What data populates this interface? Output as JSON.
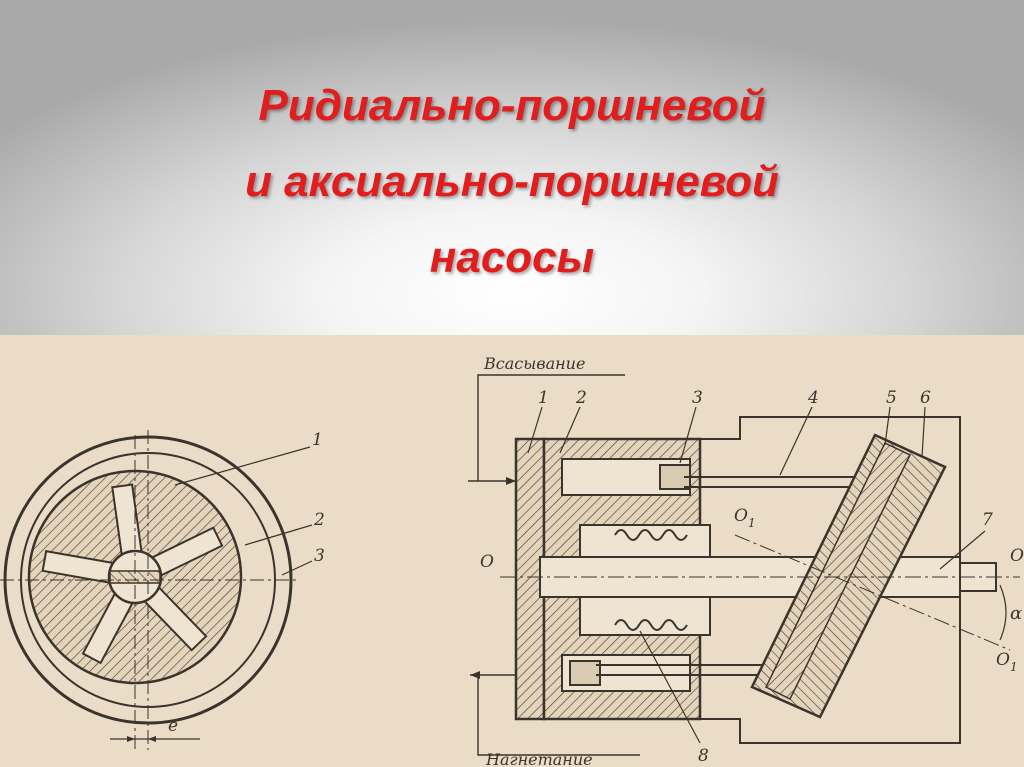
{
  "title": {
    "line1": "Ридиально-поршневой",
    "line2": "и аксиально-поршневой",
    "line3": "насосы"
  },
  "radial_pump": {
    "labels": [
      "1",
      "2",
      "3"
    ],
    "eccentricity_label": "e"
  },
  "axial_pump": {
    "suction_label": "Всасывание",
    "discharge_label": "Нагнетание",
    "part_labels": [
      "1",
      "2",
      "3",
      "4",
      "5",
      "6",
      "7",
      "8"
    ],
    "axis_labels": {
      "left_o": "O",
      "right_o": "O",
      "o1_top": "O",
      "o1_top_sub": "1",
      "o1_bottom": "O",
      "o1_bottom_sub": "1",
      "angle": "α"
    }
  },
  "colors": {
    "title": "#e21d1d",
    "paper": "#eadcc6",
    "ink": "#3b342d"
  }
}
